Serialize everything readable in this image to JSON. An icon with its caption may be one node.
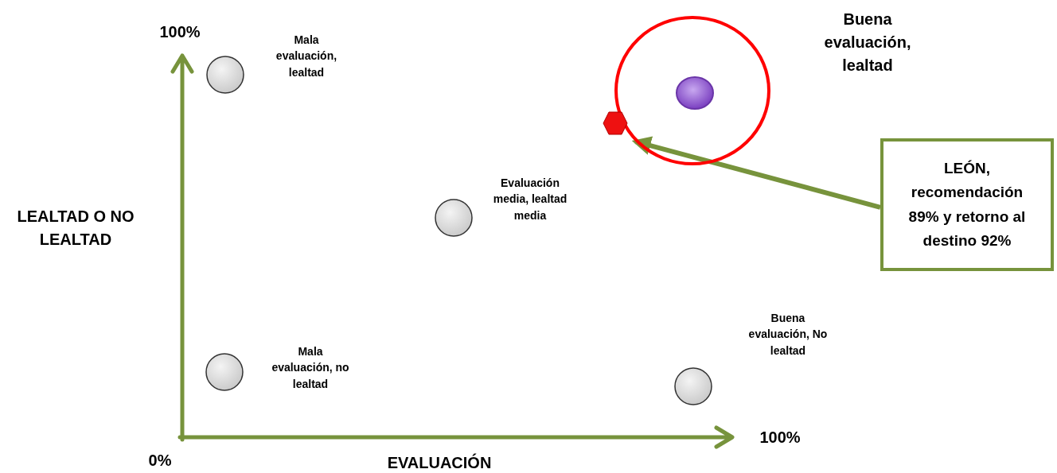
{
  "diagram": {
    "nodes": [
      {
        "text": [],
        "shape": "circle",
        "beside": [
          "Mala evaluación, lealtad"
        ]
      },
      {
        "text": [],
        "shape": "circle",
        "beside": [
          "Evaluación media, lealtad media"
        ]
      },
      {
        "text": [],
        "shape": "circle",
        "beside": [
          "Mala evaluación, no lealtad"
        ]
      },
      {
        "text": [],
        "shape": "circle",
        "beside": [
          "Buena evaluación, No lealtad"
        ]
      },
      {
        "text": [],
        "shape": "circle",
        "beside": [
          "Buena evaluación, lealtad"
        ]
      },
      {
        "text": [],
        "shape": "circle",
        "in": 4
      },
      {
        "text": [],
        "shape": "hexagon"
      },
      {
        "text": [
          "LEÓN, recomendación 89% y retorno al destino 92%"
        ]
      }
    ],
    "edges": [
      {
        "from": 7,
        "to": 4,
        "arrow": "to"
      }
    ],
    "labels": [
      "100%",
      "LEALTAD O NO LEALTAD",
      "0%",
      "EVALUACIÓN",
      "100%"
    ]
  }
}
